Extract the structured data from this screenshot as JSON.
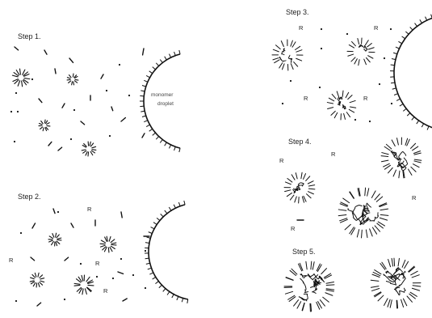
{
  "steps": [
    {
      "label": "Step 1."
    },
    {
      "label": "Step 2."
    },
    {
      "label": "Step 3."
    },
    {
      "label": "Step 4."
    },
    {
      "label": "Step 5."
    }
  ],
  "radical_label": "R",
  "droplet_label_line1": "monomer",
  "droplet_label_line2": "droplet"
}
